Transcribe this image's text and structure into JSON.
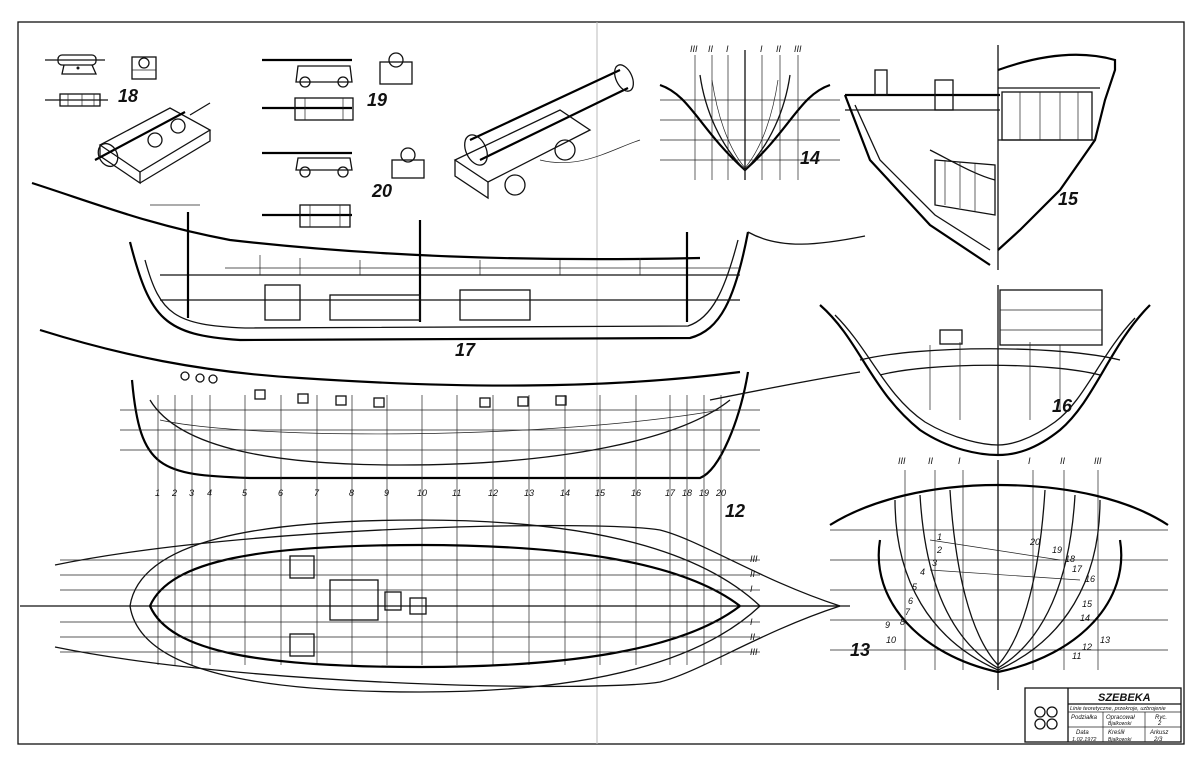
{
  "figures": {
    "f12": "12",
    "f13": "13",
    "f14": "14",
    "f15": "15",
    "f16": "16",
    "f17": "17",
    "f18": "18",
    "f19": "19",
    "f20": "20"
  },
  "stations": [
    "1",
    "2",
    "3",
    "4",
    "5",
    "6",
    "7",
    "8",
    "9",
    "10",
    "11",
    "12",
    "13",
    "14",
    "15",
    "16",
    "17",
    "18",
    "19",
    "20"
  ],
  "buttocks": [
    "III",
    "II",
    "I",
    "I",
    "II",
    "III"
  ],
  "waterlines_right": [
    "III",
    "II",
    "I",
    "I",
    "II",
    "III"
  ],
  "body_numbers_left": [
    "1",
    "2",
    "3",
    "4",
    "5",
    "6",
    "7",
    "8",
    "9",
    "10"
  ],
  "body_numbers_right": [
    "20",
    "19",
    "18",
    "17",
    "16",
    "15",
    "14",
    "13",
    "12",
    "11"
  ],
  "section14_top": [
    "III",
    "II",
    "I",
    "I",
    "II",
    "III"
  ],
  "title_block": {
    "ship": "SZEBEKA",
    "subtitle": "Linie teoretyczne, przekroje, uzbrojenie",
    "scale_label": "Podziałka",
    "drawn_label": "Opracował",
    "drawn_sign": "Bjalkowski",
    "sheet_label": "Ryc.",
    "sheet_no": "2",
    "date_label": "Data",
    "date": "1.02.1972",
    "drew_label": "Kreślił",
    "drew_sign": "Bjalkowski",
    "arkusz_label": "Arkusz",
    "arkusz": "2/3"
  }
}
